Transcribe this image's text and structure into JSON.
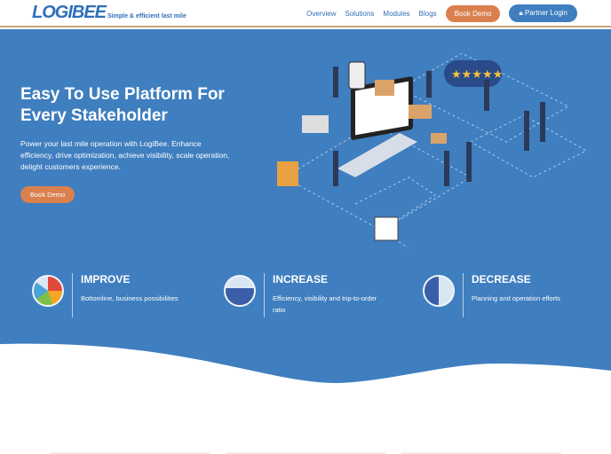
{
  "header": {
    "logo": "LOGIBEE",
    "tagline": "Simple & efficient last mile",
    "nav": [
      "Overview",
      "Solutions",
      "Modules",
      "Blogs"
    ],
    "book_demo": "Book Demo",
    "partner_login": "Partner Login"
  },
  "hero": {
    "title": "Easy To Use Platform For Every Stakeholder",
    "description": "Power your last mile operation with LogiBee. Enhance efficiency, drive optimization, achieve visibility, scale operation, delight customers experience.",
    "cta": "Book Demo"
  },
  "features": [
    {
      "title": "IMPROVE",
      "desc": "Bottomline, business possibilities",
      "icon": "gauge-icon"
    },
    {
      "title": "INCREASE",
      "desc": "Efficiency, visibility and trip-to-order ratio",
      "icon": "growth-chart-icon"
    },
    {
      "title": "DECREASE",
      "desc": "Planning and operation efforts",
      "icon": "decline-chart-icon"
    }
  ],
  "colors": {
    "brand": "#3f7ebf",
    "accent": "#d9804e"
  }
}
